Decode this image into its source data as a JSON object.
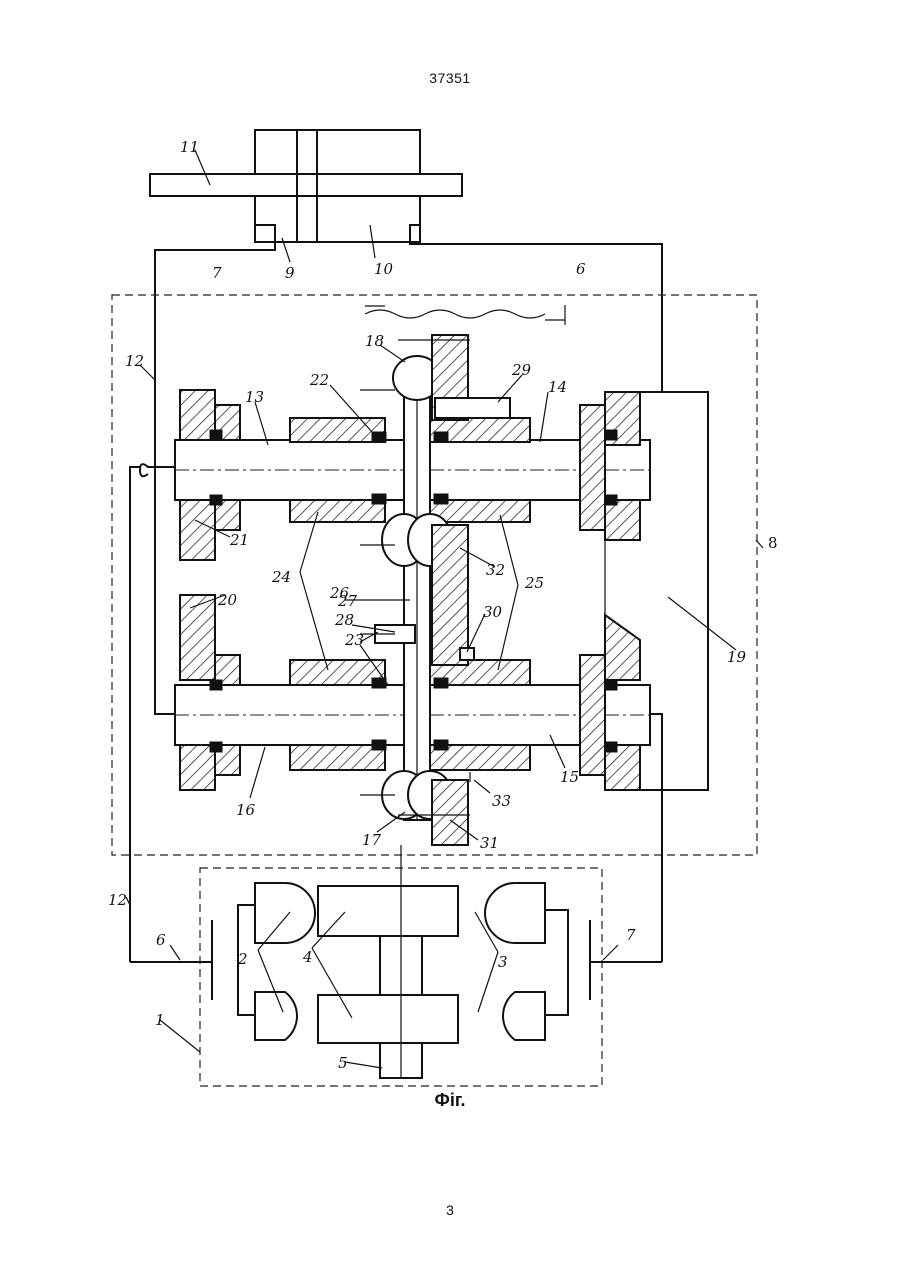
{
  "header": {
    "doc_number": "37351"
  },
  "footer": {
    "page_number": "3"
  },
  "figure": {
    "caption": "Фіг."
  },
  "labels": {
    "l1": "1",
    "l2": "2",
    "l3": "3",
    "l4": "4",
    "l5": "5",
    "l6a": "6",
    "l6b": "6",
    "l7a": "7",
    "l7b": "7",
    "l8": "8",
    "l9": "9",
    "l10": "10",
    "l11": "11",
    "l12a": "12",
    "l12b": "12",
    "l13": "13",
    "l14": "14",
    "l15": "15",
    "l16": "16",
    "l17": "17",
    "l18": "18",
    "l19": "19",
    "l20": "20",
    "l21": "21",
    "l22": "22",
    "l23": "23",
    "l24": "24",
    "l25": "25",
    "l26": "26",
    "l27": "27",
    "l28": "28",
    "l29": "29",
    "l30": "30",
    "l31": "31",
    "l32": "32",
    "l33": "33"
  }
}
